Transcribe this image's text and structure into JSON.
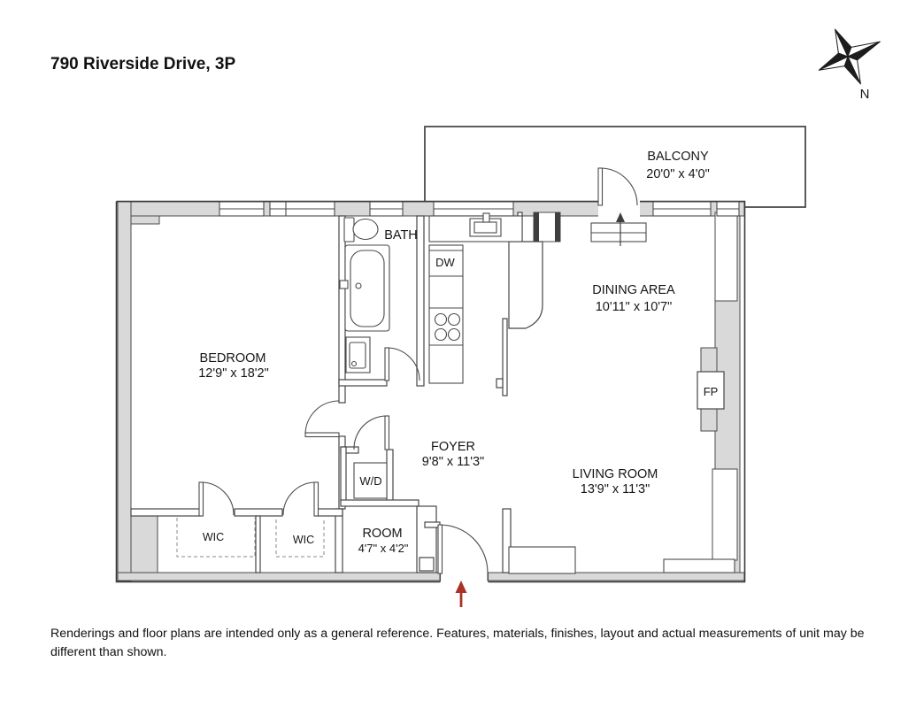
{
  "title": "790 Riverside Drive, 3P",
  "compass": {
    "north_label": "N"
  },
  "labels": {
    "balcony": {
      "name": "BALCONY",
      "dims": "20'0\" x 4'0\""
    },
    "bath": {
      "name": "BATH"
    },
    "dw": {
      "name": "DW"
    },
    "dining": {
      "name": "DINING AREA",
      "dims": "10'11\" x 10'7\""
    },
    "bedroom": {
      "name": "BEDROOM",
      "dims": "12'9\" x 18'2\""
    },
    "foyer": {
      "name": "FOYER",
      "dims": "9'8\" x 11'3\""
    },
    "living": {
      "name": "LIVING ROOM",
      "dims": "13'9\" x 11'3\""
    },
    "wd": {
      "name": "W/D"
    },
    "wic_left": {
      "name": "WIC"
    },
    "wic_right": {
      "name": "WIC"
    },
    "small_room": {
      "name": "ROOM",
      "dims": "4'7\" x 4'2\""
    },
    "fireplace": {
      "name": "FP"
    }
  },
  "disclaimer": "Renderings and floor plans are intended only as a general reference. Features, materials, finishes, layout and actual measurements of unit may be different than shown.",
  "colors": {
    "wall_fill": "#d9d9d9",
    "line": "#4a4a4a",
    "entry_arrow": "#a93226",
    "background": "#ffffff",
    "text": "#161616"
  }
}
